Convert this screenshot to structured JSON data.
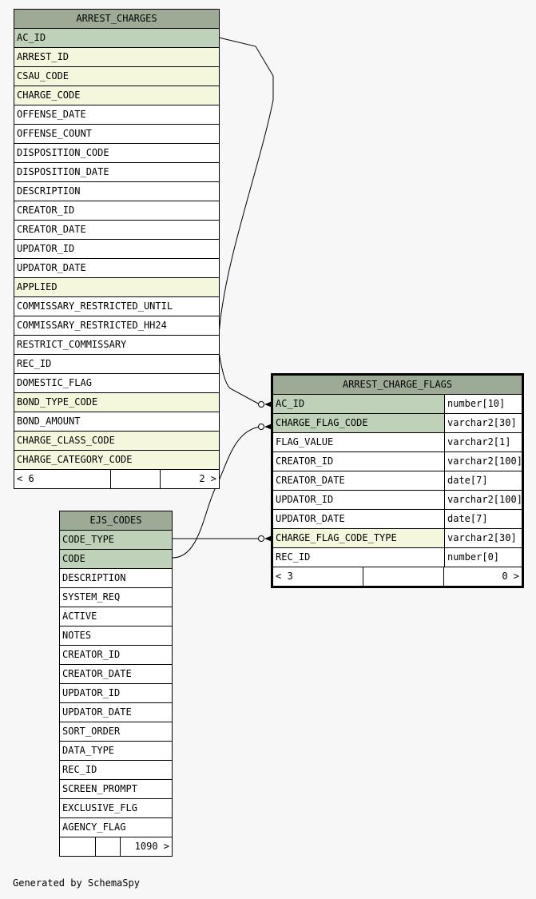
{
  "tables": {
    "arrest_charges": {
      "title": "ARREST_CHARGES",
      "columns": [
        {
          "name": "AC_ID",
          "kind": "pk"
        },
        {
          "name": "ARREST_ID",
          "kind": "fk"
        },
        {
          "name": "CSAU_CODE",
          "kind": "fk"
        },
        {
          "name": "CHARGE_CODE",
          "kind": "fk"
        },
        {
          "name": "OFFENSE_DATE",
          "kind": ""
        },
        {
          "name": "OFFENSE_COUNT",
          "kind": ""
        },
        {
          "name": "DISPOSITION_CODE",
          "kind": ""
        },
        {
          "name": "DISPOSITION_DATE",
          "kind": ""
        },
        {
          "name": "DESCRIPTION",
          "kind": ""
        },
        {
          "name": "CREATOR_ID",
          "kind": ""
        },
        {
          "name": "CREATOR_DATE",
          "kind": ""
        },
        {
          "name": "UPDATOR_ID",
          "kind": ""
        },
        {
          "name": "UPDATOR_DATE",
          "kind": ""
        },
        {
          "name": "APPLIED",
          "kind": "fk"
        },
        {
          "name": "COMMISSARY_RESTRICTED_UNTIL",
          "kind": ""
        },
        {
          "name": "COMMISSARY_RESTRICTED_HH24",
          "kind": ""
        },
        {
          "name": "RESTRICT_COMMISSARY",
          "kind": ""
        },
        {
          "name": "REC_ID",
          "kind": ""
        },
        {
          "name": "DOMESTIC_FLAG",
          "kind": ""
        },
        {
          "name": "BOND_TYPE_CODE",
          "kind": "fk"
        },
        {
          "name": "BOND_AMOUNT",
          "kind": ""
        },
        {
          "name": "CHARGE_CLASS_CODE",
          "kind": "fk"
        },
        {
          "name": "CHARGE_CATEGORY_CODE",
          "kind": "fk"
        }
      ],
      "footer": {
        "parents": "< 6",
        "middle": "",
        "children": "2 >"
      }
    },
    "arrest_charge_flags": {
      "title": "ARREST_CHARGE_FLAGS",
      "columns": [
        {
          "name": "AC_ID",
          "type": "number[10]",
          "kind": "pk"
        },
        {
          "name": "CHARGE_FLAG_CODE",
          "type": "varchar2[30]",
          "kind": "pk"
        },
        {
          "name": "FLAG_VALUE",
          "type": "varchar2[1]",
          "kind": ""
        },
        {
          "name": "CREATOR_ID",
          "type": "varchar2[100]",
          "kind": ""
        },
        {
          "name": "CREATOR_DATE",
          "type": "date[7]",
          "kind": ""
        },
        {
          "name": "UPDATOR_ID",
          "type": "varchar2[100]",
          "kind": ""
        },
        {
          "name": "UPDATOR_DATE",
          "type": "date[7]",
          "kind": ""
        },
        {
          "name": "CHARGE_FLAG_CODE_TYPE",
          "type": "varchar2[30]",
          "kind": "fk"
        },
        {
          "name": "REC_ID",
          "type": "number[0]",
          "kind": ""
        }
      ],
      "footer": {
        "parents": "< 3",
        "middle": "",
        "children": "0 >"
      }
    },
    "ejs_codes": {
      "title": "EJS_CODES",
      "columns": [
        {
          "name": "CODE_TYPE",
          "kind": "pk"
        },
        {
          "name": "CODE",
          "kind": "pk"
        },
        {
          "name": "DESCRIPTION",
          "kind": ""
        },
        {
          "name": "SYSTEM_REQ",
          "kind": ""
        },
        {
          "name": "ACTIVE",
          "kind": ""
        },
        {
          "name": "NOTES",
          "kind": ""
        },
        {
          "name": "CREATOR_ID",
          "kind": ""
        },
        {
          "name": "CREATOR_DATE",
          "kind": ""
        },
        {
          "name": "UPDATOR_ID",
          "kind": ""
        },
        {
          "name": "UPDATOR_DATE",
          "kind": ""
        },
        {
          "name": "SORT_ORDER",
          "kind": ""
        },
        {
          "name": "DATA_TYPE",
          "kind": ""
        },
        {
          "name": "REC_ID",
          "kind": ""
        },
        {
          "name": "SCREEN_PROMPT",
          "kind": ""
        },
        {
          "name": "EXCLUSIVE_FLG",
          "kind": ""
        },
        {
          "name": "AGENCY_FLAG",
          "kind": ""
        }
      ],
      "footer": {
        "parents": "",
        "middle": "",
        "children": "1090 >"
      }
    }
  },
  "generated_by": "Generated by SchemaSpy",
  "colors": {
    "header": "#9caa96",
    "primary_key": "#bfd1b9",
    "foreign_key": "#f5f7dc"
  }
}
